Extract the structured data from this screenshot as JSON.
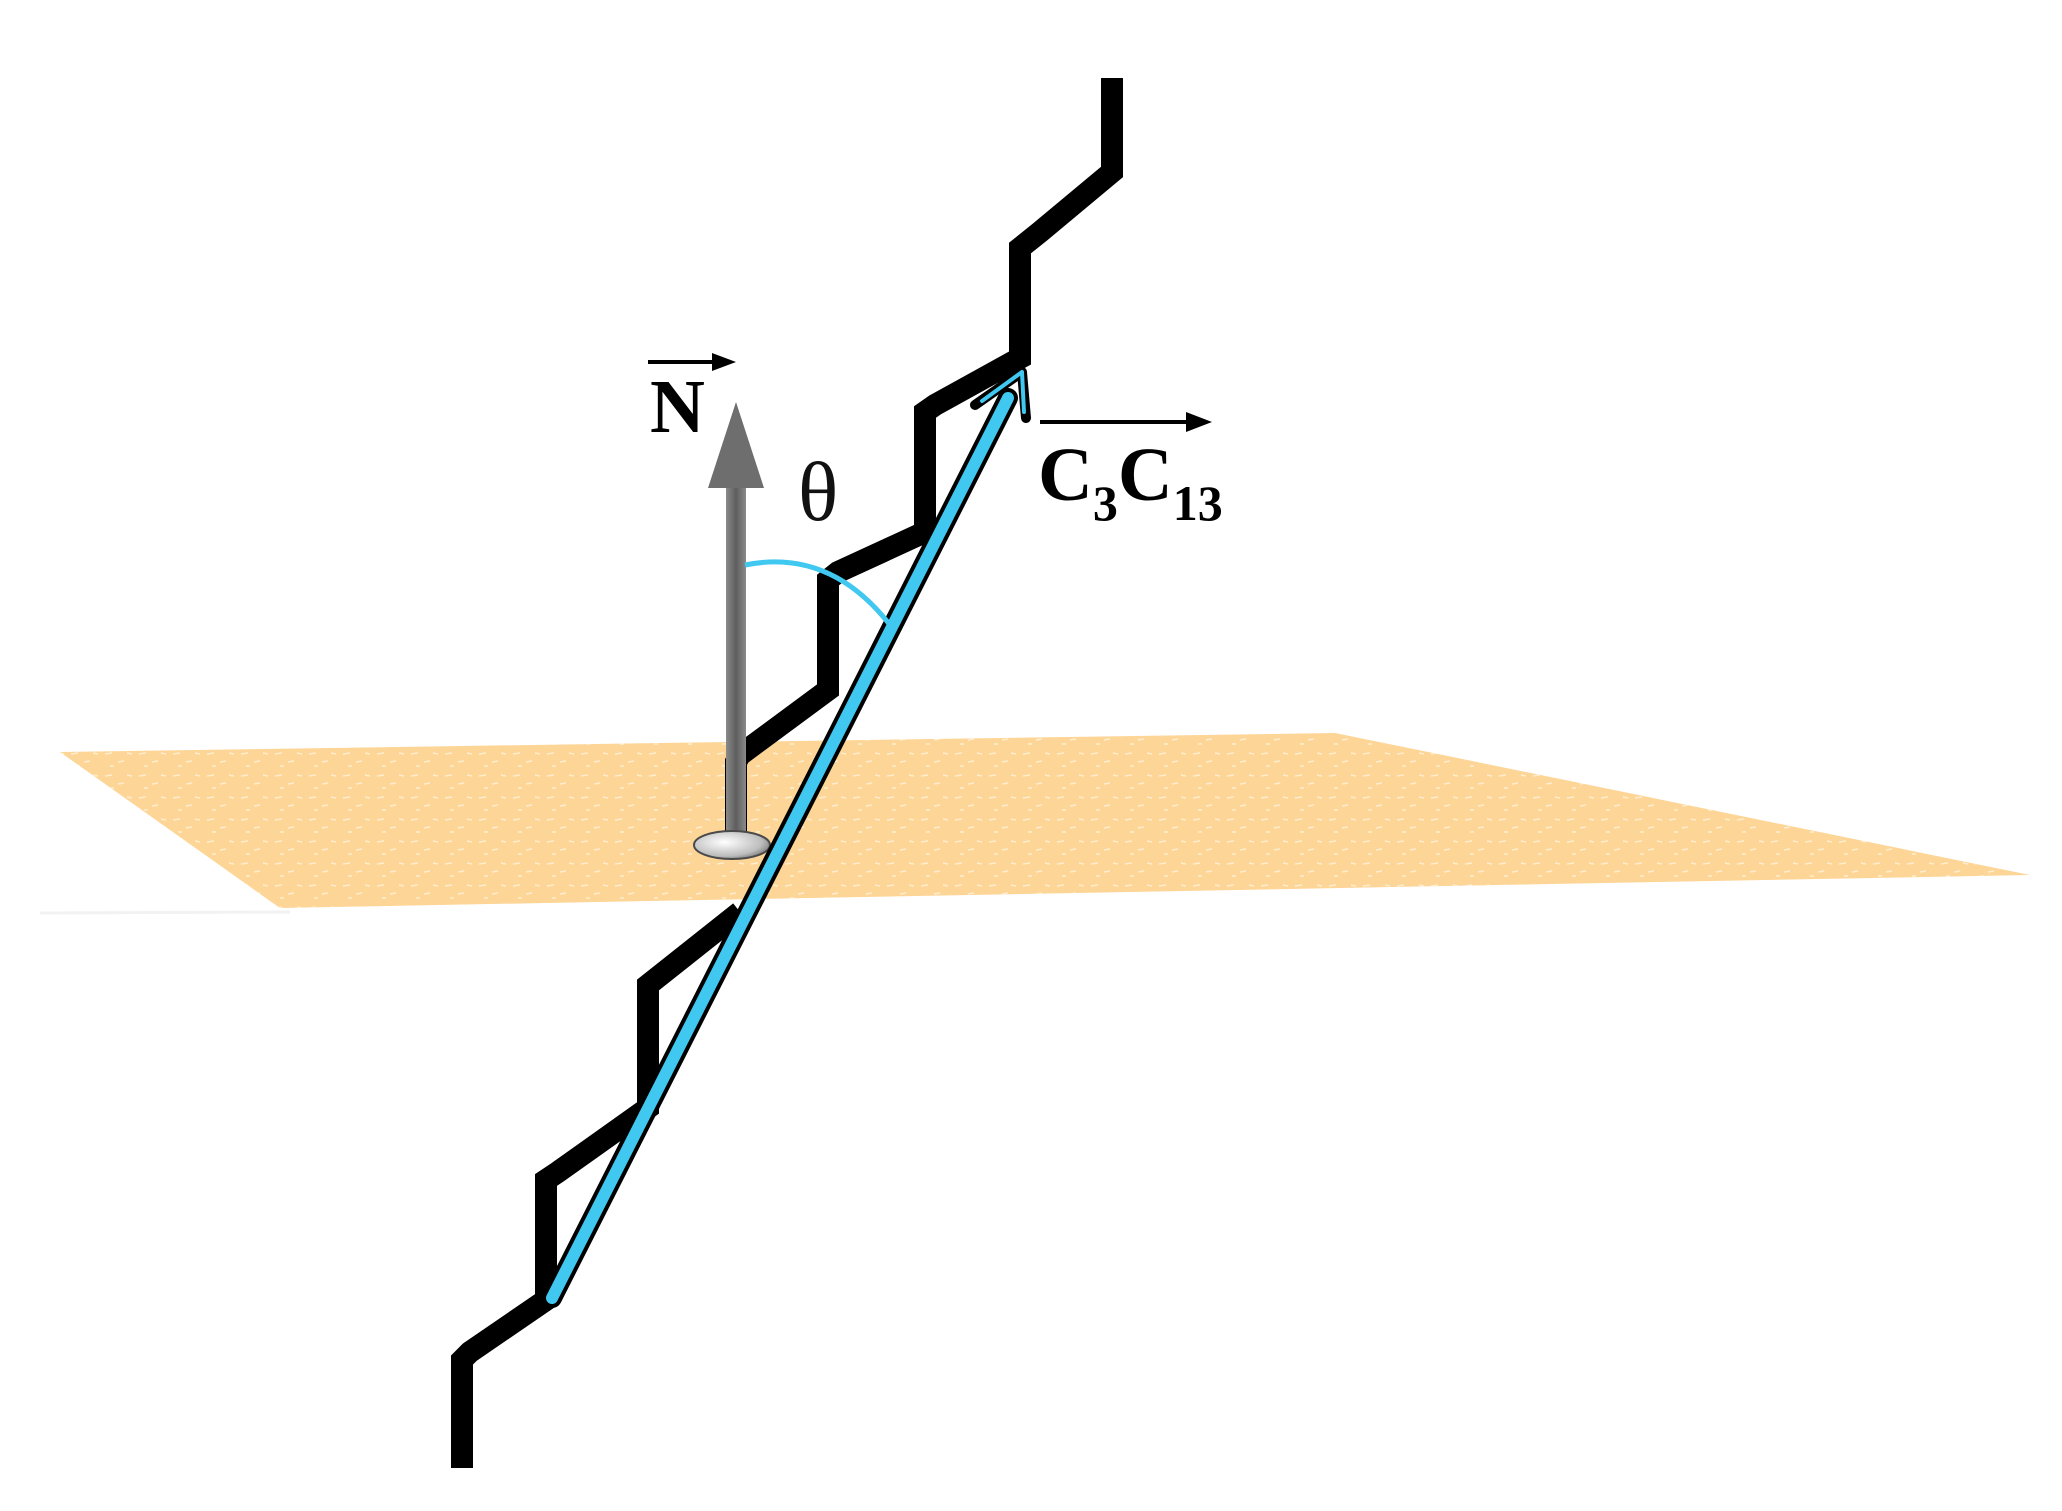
{
  "labels": {
    "normal_vector": "N",
    "angle": "θ",
    "bond_vector_c1": "C",
    "bond_vector_sub1": "3",
    "bond_vector_c2": "C",
    "bond_vector_sub2": "13"
  },
  "colors": {
    "plane": "#fdd596",
    "plane_speckle": "#fff3dc",
    "chain": "#000000",
    "bond_vector": "#40c8f0",
    "normal_vector": "#6e6e6e",
    "angle_arc": "#40c8f0"
  }
}
